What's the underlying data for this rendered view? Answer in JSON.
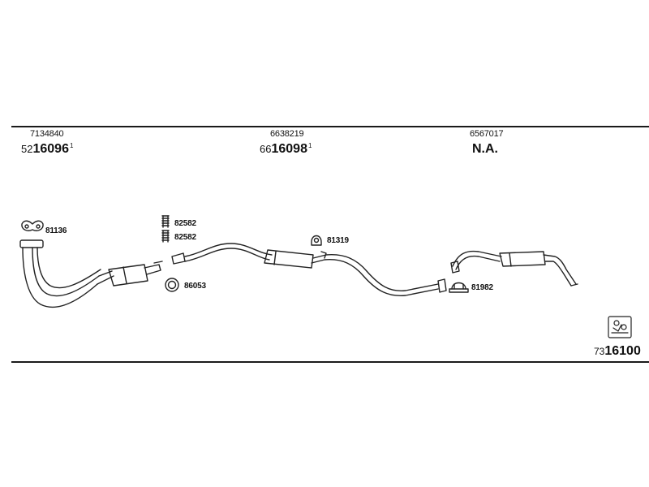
{
  "sections": [
    {
      "ref": "7134840",
      "prefix": "52",
      "number": "16096",
      "sup": "1"
    },
    {
      "ref": "6638219",
      "prefix": "66",
      "number": "16098",
      "sup": "1"
    },
    {
      "ref": "6567017",
      "prefix": "",
      "number": "N.A.",
      "sup": ""
    }
  ],
  "parts": [
    {
      "label": "81136"
    },
    {
      "label": "82582"
    },
    {
      "label": "82582"
    },
    {
      "label": "86053"
    },
    {
      "label": "81319"
    },
    {
      "label": "81982"
    }
  ],
  "footer": {
    "prefix": "73",
    "number": "16100"
  }
}
